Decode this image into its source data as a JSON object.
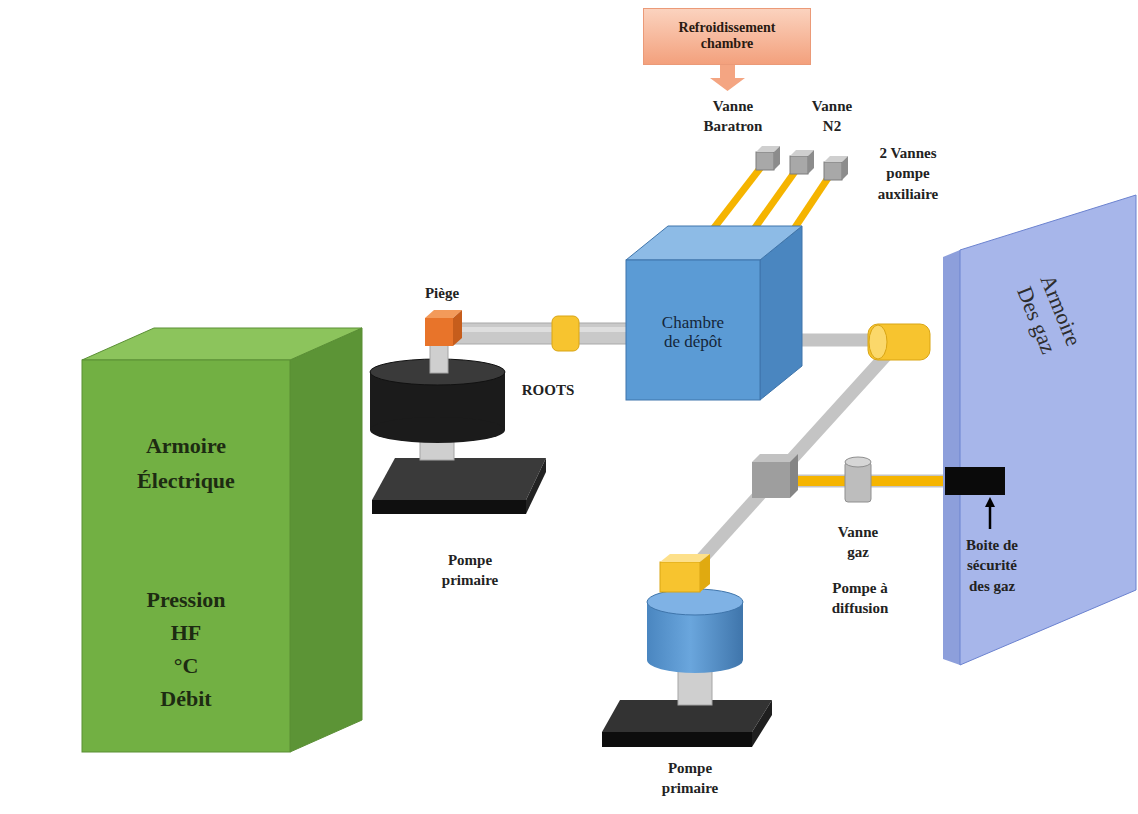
{
  "diagram": {
    "nodes": [
      {
        "text": [
          "Refroidissement chambre"
        ]
      },
      {
        "text": [
          "Chambre de dépôt"
        ]
      },
      {
        "text": [
          "Armoire Électrique",
          "Pression HF °C Débit"
        ]
      },
      {
        "text": [
          "Armoire Des gaz"
        ]
      }
    ],
    "edges": [
      {
        "from": 3,
        "to": 1,
        "arrow": "none"
      }
    ],
    "labels": [
      "Piège",
      "ROOTS",
      "Pompe primaire",
      "Vanne Baratron",
      "Vanne N2",
      "2 Vannes pompe auxiliaire",
      "Vanne gaz",
      "Boite de sécurité des gaz",
      "Pompe à diffusion",
      "Pompe primaire"
    ]
  }
}
